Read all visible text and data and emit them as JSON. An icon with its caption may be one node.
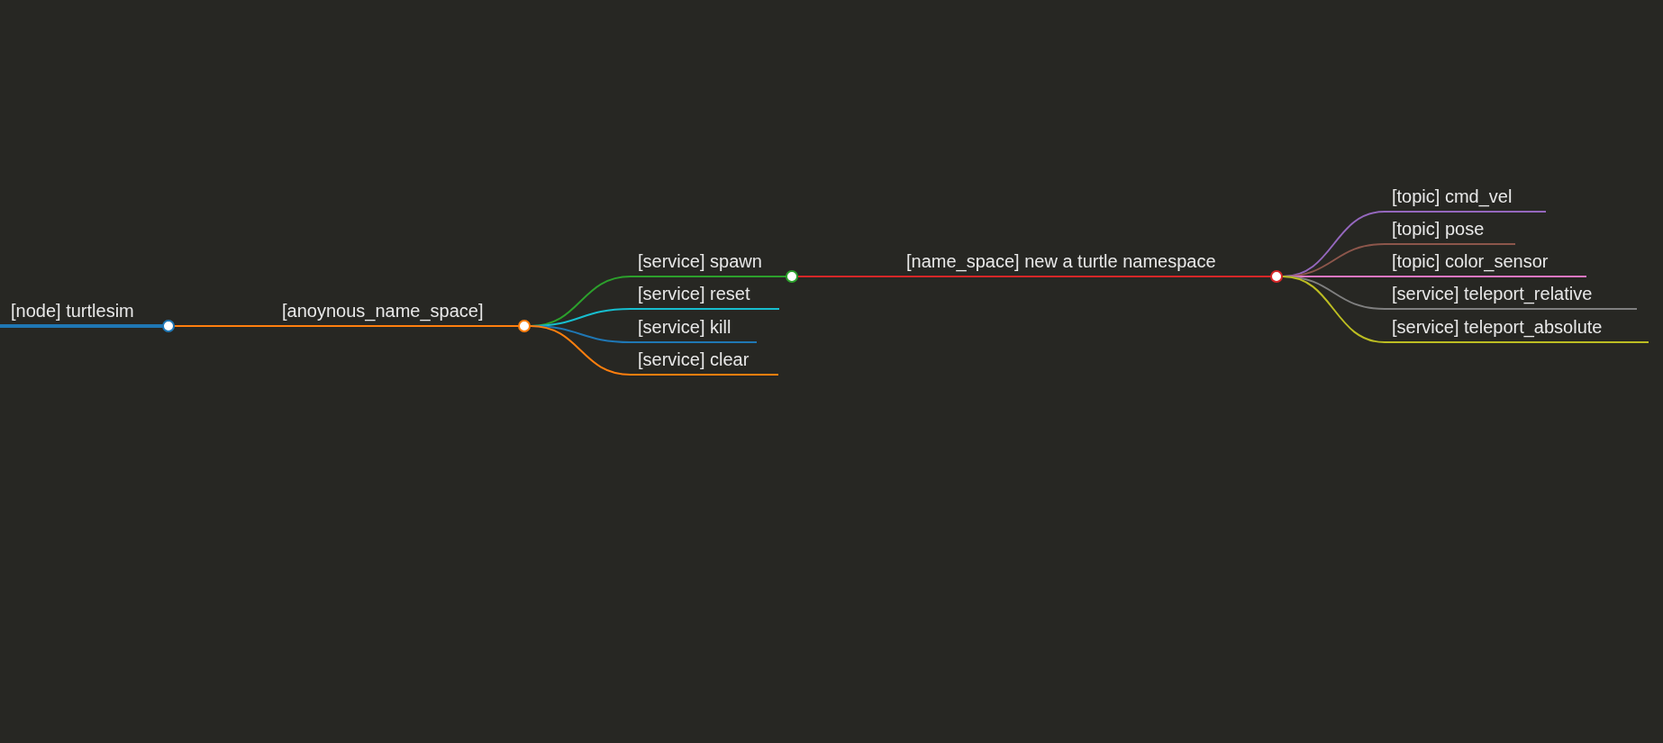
{
  "diagram": {
    "nodes": [
      {
        "text": [
          "[node] turtlesim"
        ]
      },
      {
        "text": [
          "[anoynous_name_space]"
        ]
      },
      {
        "text": [
          "[service] spawn"
        ]
      },
      {
        "text": [
          "[service] reset"
        ]
      },
      {
        "text": [
          "[service] kill"
        ]
      },
      {
        "text": [
          "[service] clear"
        ]
      },
      {
        "text": [
          "[name_space] new a turtle namespace"
        ]
      },
      {
        "text": [
          "[topic] cmd_vel"
        ]
      },
      {
        "text": [
          "[topic] pose"
        ]
      },
      {
        "text": [
          "[topic] color_sensor"
        ]
      },
      {
        "text": [
          "[service] teleport_relative"
        ]
      },
      {
        "text": [
          "[service] teleport_absolute"
        ]
      }
    ],
    "edges": [
      {
        "from": 0,
        "to": 1,
        "arrow": "none",
        "color": "#ff7f0e"
      },
      {
        "from": 1,
        "to": 2,
        "arrow": "none",
        "color": "#2ca02c"
      },
      {
        "from": 1,
        "to": 3,
        "arrow": "none",
        "color": "#17becf"
      },
      {
        "from": 1,
        "to": 4,
        "arrow": "none",
        "color": "#1f77b4"
      },
      {
        "from": 1,
        "to": 5,
        "arrow": "none",
        "color": "#ff7f0e"
      },
      {
        "from": 2,
        "to": 6,
        "arrow": "none",
        "color": "#d62728"
      },
      {
        "from": 6,
        "to": 7,
        "arrow": "none",
        "color": "#9467bd"
      },
      {
        "from": 6,
        "to": 8,
        "arrow": "none",
        "color": "#8c564b"
      },
      {
        "from": 6,
        "to": 9,
        "arrow": "none",
        "color": "#e377c2"
      },
      {
        "from": 6,
        "to": 10,
        "arrow": "none",
        "color": "#7f7f7f"
      },
      {
        "from": 6,
        "to": 11,
        "arrow": "none",
        "color": "#bcbd22"
      }
    ]
  }
}
